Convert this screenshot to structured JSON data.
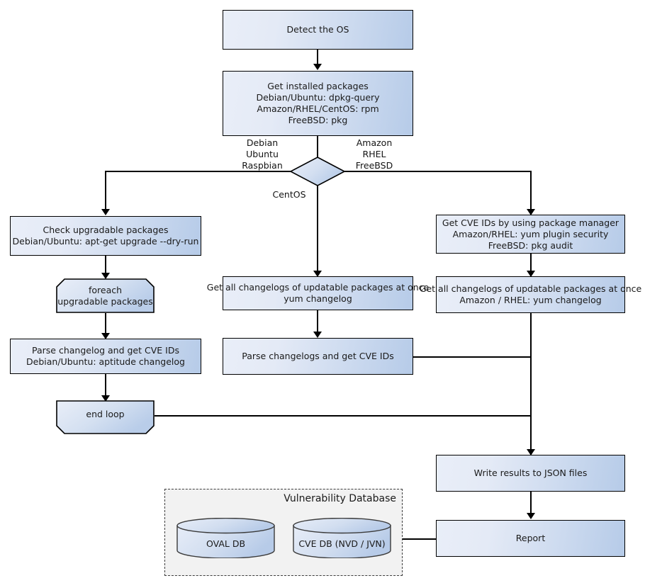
{
  "diagram": {
    "title": "Vulnerability scanning flow",
    "colors": {
      "node_fill_light": "#e9eef8",
      "node_fill_dark": "#b6cbe8",
      "node_stroke": "#000000",
      "group_fill": "#f2f2f2",
      "group_stroke": "#3d3d3d"
    }
  },
  "nodes": {
    "detect_os": "Detect the OS",
    "get_installed_packages": [
      "Get installed packages",
      "Debian/Ubuntu: dpkg-query",
      "Amazon/RHEL/CentOS: rpm",
      "FreeBSD: pkg"
    ],
    "check_upgradable": [
      "Check upgradable packages",
      "Debian/Ubuntu: apt-get upgrade --dry-run"
    ],
    "foreach_loop": [
      "foreach",
      "upgradable  packages"
    ],
    "parse_changelog_deb": [
      "Parse changelog and get  CVE IDs",
      "Debian/Ubuntu: aptitude changelog"
    ],
    "end_loop": "end loop",
    "changelogs_centos": [
      "Get all changelogs of updatable packages at once",
      "yum changelog"
    ],
    "parse_changelogs_centos": "Parse changelogs and get CVE IDs",
    "get_cve_pkgmgr": [
      "Get CVE IDs by using package manager",
      "Amazon/RHEL: yum plugin security",
      "FreeBSD: pkg audit"
    ],
    "changelogs_amazon": [
      "Get all changelogs of updatable packages at once",
      "Amazon / RHEL: yum changelog"
    ],
    "write_results": "Write results to JSON files",
    "report": "Report"
  },
  "edge_labels": {
    "left_branch": [
      "Debian",
      "Ubuntu",
      "Raspbian"
    ],
    "right_branch": [
      "Amazon",
      "RHEL",
      "FreeBSD"
    ],
    "center_branch": [
      "CentOS"
    ]
  },
  "vulnerability_database": {
    "title": "Vulnerability Database",
    "databases": [
      {
        "label": "OVAL DB"
      },
      {
        "label": "CVE DB (NVD / JVN)"
      }
    ]
  }
}
